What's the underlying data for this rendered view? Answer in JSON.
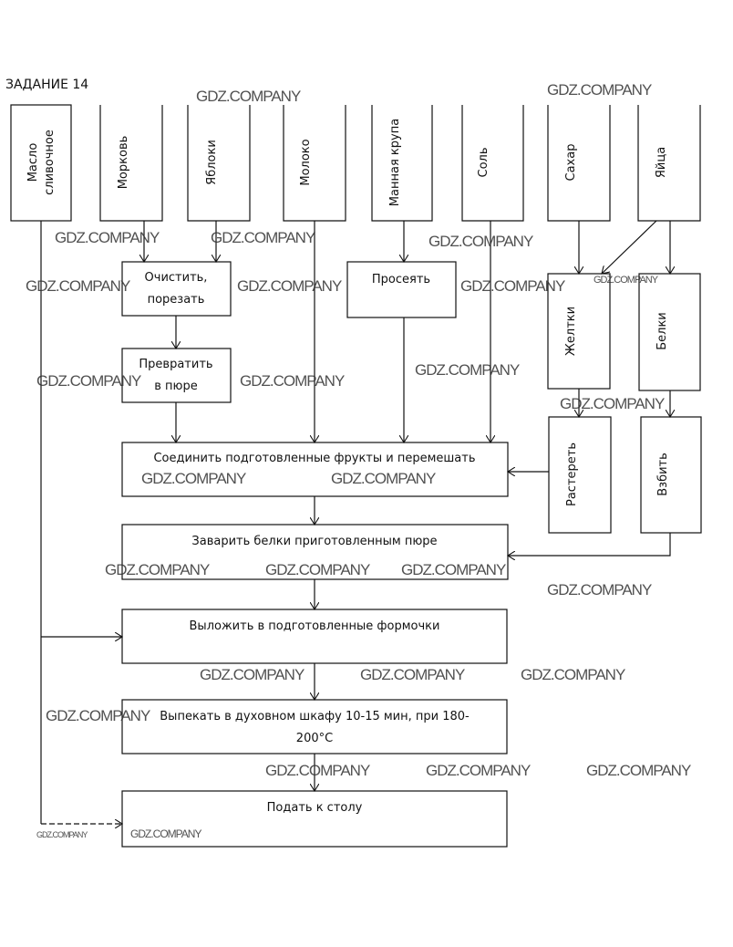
{
  "title": "ЗАДАНИЕ 14",
  "watermark": "GDZ.COMPANY",
  "ingredients": [
    {
      "line1": "Масло",
      "line2": "сливочное"
    },
    {
      "line1": "Морковь"
    },
    {
      "line1": "Яблоки"
    },
    {
      "line1": "Молоко"
    },
    {
      "line1": "Манная крупа"
    },
    {
      "line1": "Соль"
    },
    {
      "line1": "Сахар"
    },
    {
      "line1": "Яйца"
    }
  ],
  "steps": {
    "peel_line1": "Очистить,",
    "peel_line2": "порезать",
    "puree_line1": "Превратить",
    "puree_line2": "в пюре",
    "sift": "Просеять",
    "yolks": "Желтки",
    "whites": "Белки",
    "grind": "Растереть",
    "whip": "Взбить",
    "combine": "Соединить подготовленные фрукты и перемешать",
    "brew": "Заварить белки приготовленным пюре",
    "lay_out": "Выложить в подготовленные формочки",
    "bake_line1": "Выпекать в духовном шкафу 10-15 мин, при 180-",
    "bake_line2": "200°С",
    "serve": "Подать к столу"
  }
}
